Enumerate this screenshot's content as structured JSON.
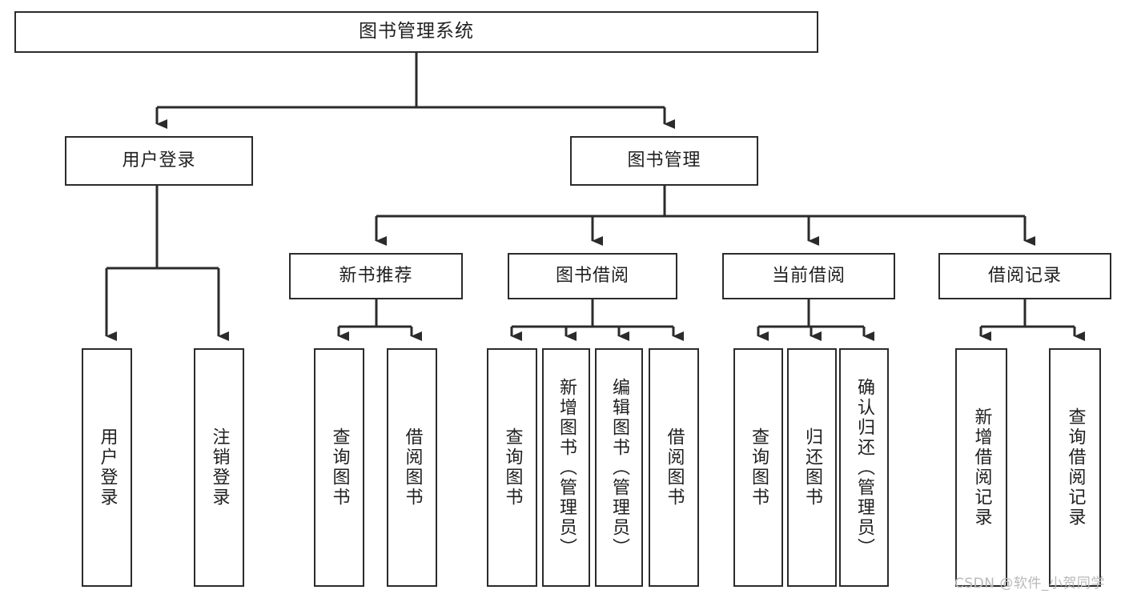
{
  "diagram": {
    "title": "图书管理系统",
    "type": "hierarchy-tree",
    "colors": {
      "stroke": "#2b2b2b",
      "fill": "#ffffff",
      "text": "#1f1f1f",
      "watermark": "#b9b9b9"
    },
    "levels": {
      "root": {
        "label": "图书管理系统"
      },
      "level2": [
        {
          "label": "用户登录"
        },
        {
          "label": "图书管理"
        }
      ],
      "level3": [
        {
          "label": "新书推荐"
        },
        {
          "label": "图书借阅"
        },
        {
          "label": "当前借阅"
        },
        {
          "label": "借阅记录"
        }
      ],
      "leaves_user_login": [
        {
          "label": "用户登录"
        },
        {
          "label": "注销登录"
        }
      ],
      "leaves_new_book": [
        {
          "label": "查询图书"
        },
        {
          "label": "借阅图书"
        }
      ],
      "leaves_borrow": [
        {
          "label": "查询图书"
        },
        {
          "label": "新增图书（管理员）"
        },
        {
          "label": "编辑图书（管理员）"
        },
        {
          "label": "借阅图书"
        }
      ],
      "leaves_current": [
        {
          "label": "查询图书"
        },
        {
          "label": "归还图书"
        },
        {
          "label": "确认归还（管理员）"
        }
      ],
      "leaves_records": [
        {
          "label": "新增借阅记录"
        },
        {
          "label": "查询借阅记录"
        }
      ]
    }
  },
  "watermark": {
    "text": "CSDN @软件_小贺同学"
  }
}
